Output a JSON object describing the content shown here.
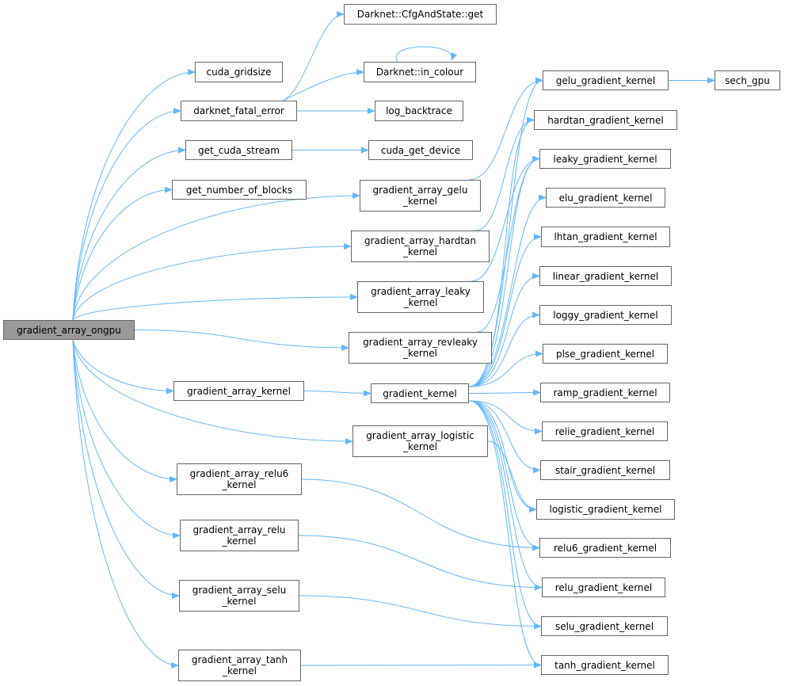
{
  "colors": {
    "edge": "#63b8ff",
    "node_border": "#666666",
    "root_fill": "#999999"
  },
  "nodes": {
    "ongpu": "gradient_array_ongpu",
    "cuda_gridsize": "cuda_gridsize",
    "darknet_fatal_error": "darknet_fatal_error",
    "get_cuda_stream": "get_cuda_stream",
    "get_number_of_blocks": "get_number_of_blocks",
    "cfg_get": "Darknet::CfgAndState::get",
    "in_colour": "Darknet::in_colour",
    "log_backtrace": "log_backtrace",
    "cuda_get_device": "cuda_get_device",
    "ga_gelu": "gradient_array_gelu\n_kernel",
    "ga_hardtan": "gradient_array_hardtan\n_kernel",
    "ga_leaky": "gradient_array_leaky\n_kernel",
    "ga_revleaky": "gradient_array_revleaky\n_kernel",
    "ga_kernel": "gradient_array_kernel",
    "gradient_kernel": "gradient_kernel",
    "ga_logistic": "gradient_array_logistic\n_kernel",
    "ga_relu6": "gradient_array_relu6\n_kernel",
    "ga_relu": "gradient_array_relu\n_kernel",
    "ga_selu": "gradient_array_selu\n_kernel",
    "ga_tanh": "gradient_array_tanh\n_kernel",
    "gelu_g": "gelu_gradient_kernel",
    "sech_gpu": "sech_gpu",
    "hardtan_g": "hardtan_gradient_kernel",
    "leaky_g": "leaky_gradient_kernel",
    "elu_g": "elu_gradient_kernel",
    "lhtan_g": "lhtan_gradient_kernel",
    "linear_g": "linear_gradient_kernel",
    "loggy_g": "loggy_gradient_kernel",
    "plse_g": "plse_gradient_kernel",
    "ramp_g": "ramp_gradient_kernel",
    "relie_g": "relie_gradient_kernel",
    "stair_g": "stair_gradient_kernel",
    "logistic_g": "logistic_gradient_kernel",
    "relu6_g": "relu6_gradient_kernel",
    "relu_g": "relu_gradient_kernel",
    "selu_g": "selu_gradient_kernel",
    "tanh_g": "tanh_gradient_kernel"
  },
  "edges": [
    [
      "ongpu",
      "cuda_gridsize"
    ],
    [
      "ongpu",
      "darknet_fatal_error"
    ],
    [
      "ongpu",
      "get_cuda_stream"
    ],
    [
      "ongpu",
      "get_number_of_blocks"
    ],
    [
      "ongpu",
      "ga_gelu"
    ],
    [
      "ongpu",
      "ga_hardtan"
    ],
    [
      "ongpu",
      "ga_leaky"
    ],
    [
      "ongpu",
      "ga_revleaky"
    ],
    [
      "ongpu",
      "ga_kernel"
    ],
    [
      "ongpu",
      "ga_logistic"
    ],
    [
      "ongpu",
      "ga_relu6"
    ],
    [
      "ongpu",
      "ga_relu"
    ],
    [
      "ongpu",
      "ga_selu"
    ],
    [
      "ongpu",
      "ga_tanh"
    ],
    [
      "darknet_fatal_error",
      "cfg_get"
    ],
    [
      "darknet_fatal_error",
      "in_colour"
    ],
    [
      "darknet_fatal_error",
      "log_backtrace"
    ],
    [
      "in_colour",
      "in_colour"
    ],
    [
      "get_cuda_stream",
      "cuda_get_device"
    ],
    [
      "ga_kernel",
      "gradient_kernel"
    ],
    [
      "ga_gelu",
      "gelu_g"
    ],
    [
      "ga_hardtan",
      "hardtan_g"
    ],
    [
      "ga_leaky",
      "leaky_g"
    ],
    [
      "ga_revleaky",
      "leaky_g"
    ],
    [
      "ga_logistic",
      "logistic_g"
    ],
    [
      "ga_relu6",
      "relu6_g"
    ],
    [
      "ga_relu",
      "relu_g"
    ],
    [
      "ga_selu",
      "selu_g"
    ],
    [
      "ga_tanh",
      "tanh_g"
    ],
    [
      "gradient_kernel",
      "gelu_g"
    ],
    [
      "gradient_kernel",
      "hardtan_g"
    ],
    [
      "gradient_kernel",
      "leaky_g"
    ],
    [
      "gradient_kernel",
      "elu_g"
    ],
    [
      "gradient_kernel",
      "lhtan_g"
    ],
    [
      "gradient_kernel",
      "linear_g"
    ],
    [
      "gradient_kernel",
      "loggy_g"
    ],
    [
      "gradient_kernel",
      "plse_g"
    ],
    [
      "gradient_kernel",
      "ramp_g"
    ],
    [
      "gradient_kernel",
      "relie_g"
    ],
    [
      "gradient_kernel",
      "stair_g"
    ],
    [
      "gradient_kernel",
      "logistic_g"
    ],
    [
      "gradient_kernel",
      "relu6_g"
    ],
    [
      "gradient_kernel",
      "relu_g"
    ],
    [
      "gradient_kernel",
      "selu_g"
    ],
    [
      "gradient_kernel",
      "tanh_g"
    ],
    [
      "gelu_g",
      "sech_gpu"
    ]
  ]
}
